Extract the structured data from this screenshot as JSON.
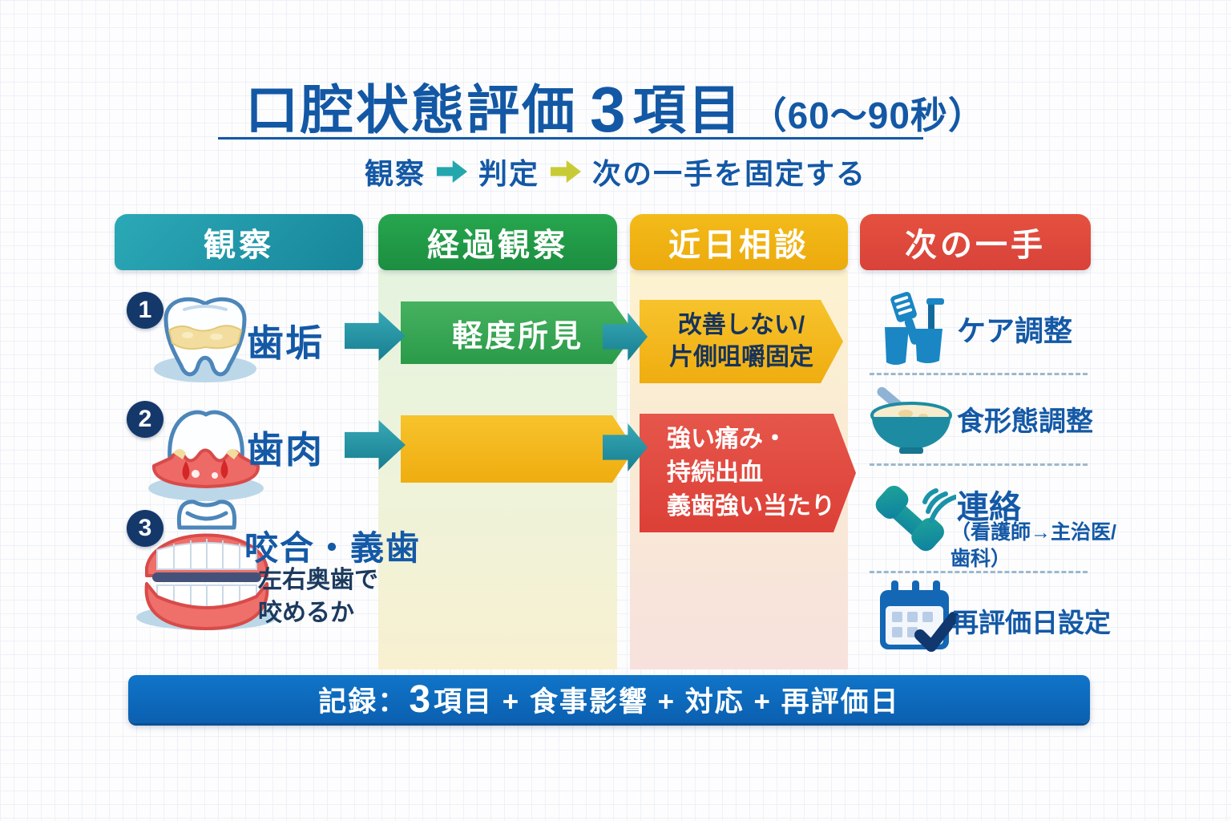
{
  "title": {
    "part1": "口腔状態評価",
    "big": "3",
    "part2": "項目",
    "paren": "（60〜90秒）"
  },
  "flow": {
    "step1": "観察",
    "step2": "判定",
    "step3": "次の一手を固定する"
  },
  "columns": [
    {
      "label": "観察",
      "color": "#1E9BA9"
    },
    {
      "label": "経過観察",
      "color": "#219A46"
    },
    {
      "label": "近日相談",
      "color": "#F0B414"
    },
    {
      "label": "次の一手",
      "color": "#E2473E"
    }
  ],
  "items": [
    {
      "num": "1",
      "label": "歯垢"
    },
    {
      "num": "2",
      "label": "歯肉"
    },
    {
      "num": "3",
      "label": "咬合・義歯",
      "sub_line1": "左右奥歯で",
      "sub_line2": "咬めるか"
    }
  ],
  "followup": {
    "row1": "軽度所見",
    "row2": ""
  },
  "consult": {
    "row1_line1": "改善しない/",
    "row1_line2": "片側咀嚼固定",
    "row2_line1": "強い痛み・",
    "row2_line2": "持続出血",
    "row2_line3": "義歯強い当たり"
  },
  "actions": [
    {
      "icon": "toothbrush-cup-icon",
      "label": "ケア調整"
    },
    {
      "icon": "porridge-bowl-icon",
      "label": "食形態調整"
    },
    {
      "icon": "phone-icon",
      "label": "連絡",
      "sub_line1": "（看護師→主治医/",
      "sub_line2": "歯科）"
    },
    {
      "icon": "calendar-check-icon",
      "label": "再評価日設定"
    }
  ],
  "footer": {
    "prefix": "記録：",
    "big": "3",
    "rest": "項目 + 食事影響 + 対応 + 再評価日"
  },
  "colors": {
    "title_blue": "#1358A5",
    "observation_teal": "#1E9BA9",
    "followup_green": "#219A46",
    "consult_yellow": "#F0B414",
    "action_red": "#E2473E",
    "footer_blue": "#0E6CC0",
    "arrow_teal": "#23A7AD",
    "arrow_yellow_green": "#C8CB35",
    "text_navy": "#16335B"
  }
}
